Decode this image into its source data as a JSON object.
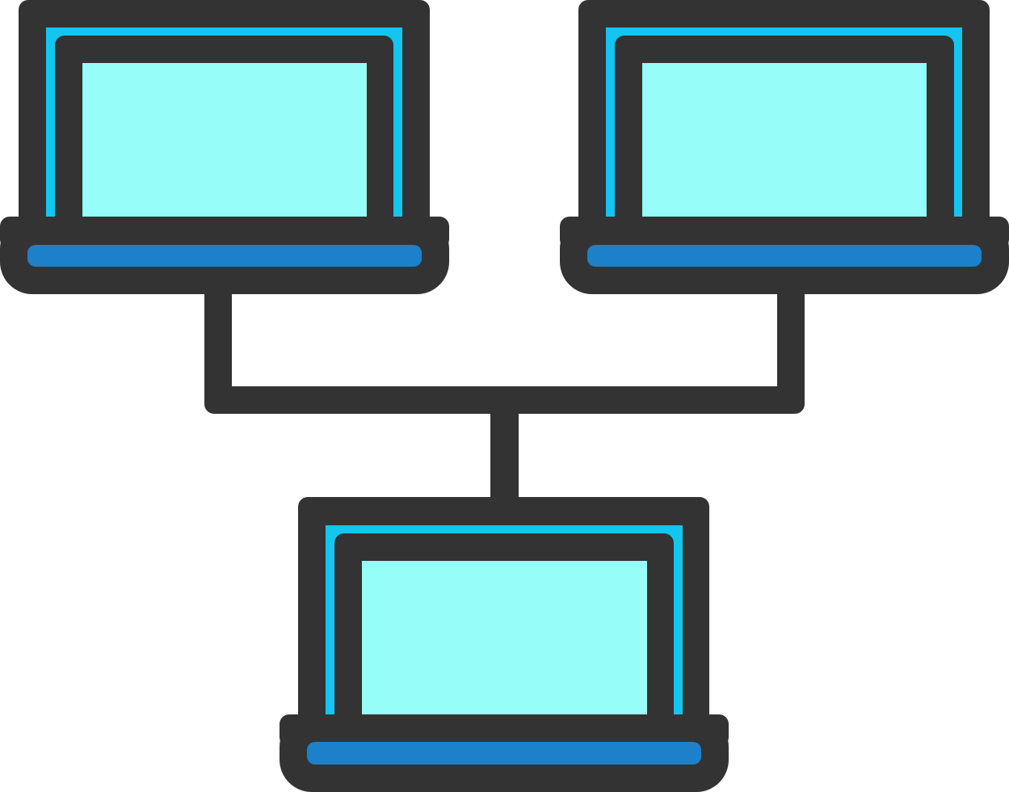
{
  "colors": {
    "outline": "#333333",
    "bezel": "#12c6ef",
    "screen": "#97fdf8",
    "base": "#1c80cb",
    "background": "#ffffff"
  },
  "icon": {
    "name": "laptop-network-icon",
    "laptops": [
      {
        "name": "laptop-top-left"
      },
      {
        "name": "laptop-top-right"
      },
      {
        "name": "laptop-bottom-center"
      }
    ]
  }
}
